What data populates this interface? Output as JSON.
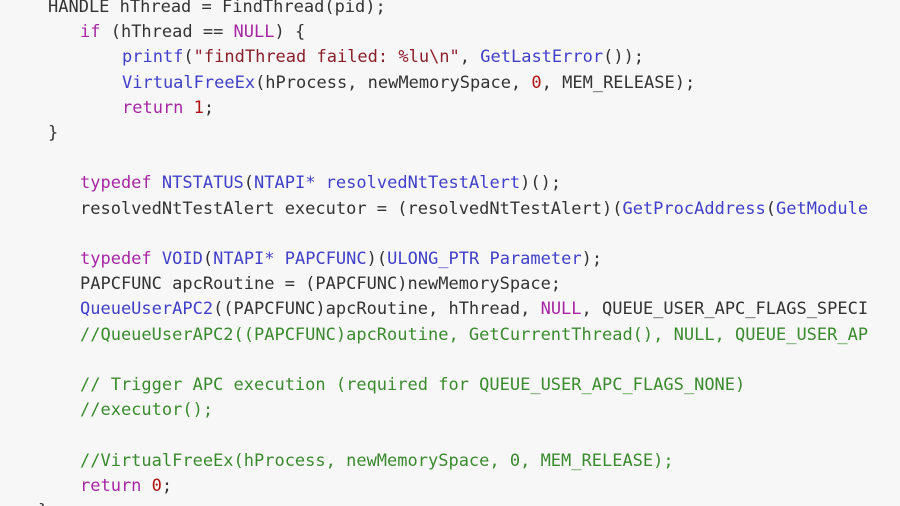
{
  "editor": {
    "colors": {
      "background": "#f7f7f7",
      "text": "#333333",
      "keyword": "#a626a4",
      "function": "#4040c8",
      "string": "#8a1f2a",
      "number": "#b01414",
      "comment": "#3a8a2e"
    },
    "lines": [
      {
        "indent": 1,
        "tokens": [
          {
            "t": "HANDLE hThread = FindThread(pid);",
            "c": "tx"
          }
        ]
      },
      {
        "indent": 2,
        "tokens": [
          {
            "t": "if",
            "c": "kw"
          },
          {
            "t": " (hThread == ",
            "c": "tx"
          },
          {
            "t": "NULL",
            "c": "kw"
          },
          {
            "t": ") {",
            "c": "tx"
          }
        ]
      },
      {
        "indent": 3,
        "tokens": [
          {
            "t": "printf",
            "c": "fn"
          },
          {
            "t": "(",
            "c": "tx"
          },
          {
            "t": "\"findThread failed: %lu\\n\"",
            "c": "str"
          },
          {
            "t": ", ",
            "c": "tx"
          },
          {
            "t": "GetLastError",
            "c": "fn"
          },
          {
            "t": "());",
            "c": "tx"
          }
        ]
      },
      {
        "indent": 3,
        "tokens": [
          {
            "t": "VirtualFreeEx",
            "c": "fn"
          },
          {
            "t": "(hProcess, newMemorySpace, ",
            "c": "tx"
          },
          {
            "t": "0",
            "c": "num"
          },
          {
            "t": ", MEM_RELEASE);",
            "c": "tx"
          }
        ]
      },
      {
        "indent": 3,
        "tokens": [
          {
            "t": "return",
            "c": "kw"
          },
          {
            "t": " ",
            "c": "tx"
          },
          {
            "t": "1",
            "c": "num"
          },
          {
            "t": ";",
            "c": "tx"
          }
        ]
      },
      {
        "indent": 1,
        "tokens": [
          {
            "t": "}",
            "c": "tx"
          }
        ]
      },
      {
        "indent": 0,
        "tokens": []
      },
      {
        "indent": 2,
        "tokens": [
          {
            "t": "typedef",
            "c": "kw"
          },
          {
            "t": " ",
            "c": "tx"
          },
          {
            "t": "NTSTATUS",
            "c": "fn"
          },
          {
            "t": "(",
            "c": "tx"
          },
          {
            "t": "NTAPI* resolvedNtTestAlert",
            "c": "fn"
          },
          {
            "t": ")();",
            "c": "tx"
          }
        ]
      },
      {
        "indent": 2,
        "tokens": [
          {
            "t": "resolvedNtTestAlert executor = (resolvedNtTestAlert)(",
            "c": "tx"
          },
          {
            "t": "GetProcAddress",
            "c": "fn"
          },
          {
            "t": "(",
            "c": "tx"
          },
          {
            "t": "GetModule",
            "c": "fn"
          }
        ]
      },
      {
        "indent": 0,
        "tokens": []
      },
      {
        "indent": 2,
        "tokens": [
          {
            "t": "typedef",
            "c": "kw"
          },
          {
            "t": " ",
            "c": "tx"
          },
          {
            "t": "VOID",
            "c": "fn"
          },
          {
            "t": "(",
            "c": "tx"
          },
          {
            "t": "NTAPI* PAPCFUNC",
            "c": "fn"
          },
          {
            "t": ")(",
            "c": "tx"
          },
          {
            "t": "ULONG_PTR Parameter",
            "c": "fn"
          },
          {
            "t": ");",
            "c": "tx"
          }
        ]
      },
      {
        "indent": 2,
        "tokens": [
          {
            "t": "PAPCFUNC apcRoutine = (PAPCFUNC)newMemorySpace;",
            "c": "tx"
          }
        ]
      },
      {
        "indent": 2,
        "tokens": [
          {
            "t": "QueueUserAPC2",
            "c": "fn"
          },
          {
            "t": "((PAPCFUNC)apcRoutine, hThread, ",
            "c": "tx"
          },
          {
            "t": "NULL",
            "c": "kw"
          },
          {
            "t": ", QUEUE_USER_APC_FLAGS_SPECI",
            "c": "tx"
          }
        ]
      },
      {
        "indent": 2,
        "tokens": [
          {
            "t": "//QueueUserAPC2((PAPCFUNC)apcRoutine, GetCurrentThread(), NULL, QUEUE_USER_AP",
            "c": "cmt"
          }
        ]
      },
      {
        "indent": 0,
        "tokens": []
      },
      {
        "indent": 2,
        "tokens": [
          {
            "t": "// Trigger APC execution (required for QUEUE_USER_APC_FLAGS_NONE)",
            "c": "cmt"
          }
        ]
      },
      {
        "indent": 2,
        "tokens": [
          {
            "t": "//executor();",
            "c": "cmt"
          }
        ]
      },
      {
        "indent": 0,
        "tokens": []
      },
      {
        "indent": 2,
        "tokens": [
          {
            "t": "//VirtualFreeEx(hProcess, newMemorySpace, 0, MEM_RELEASE);",
            "c": "cmt"
          }
        ]
      },
      {
        "indent": 2,
        "tokens": [
          {
            "t": "return",
            "c": "kw"
          },
          {
            "t": " ",
            "c": "tx"
          },
          {
            "t": "0",
            "c": "num"
          },
          {
            "t": ";",
            "c": "tx"
          }
        ]
      },
      {
        "indent": 0,
        "tokens": [
          {
            "t": "}",
            "c": "tx"
          }
        ]
      }
    ]
  }
}
